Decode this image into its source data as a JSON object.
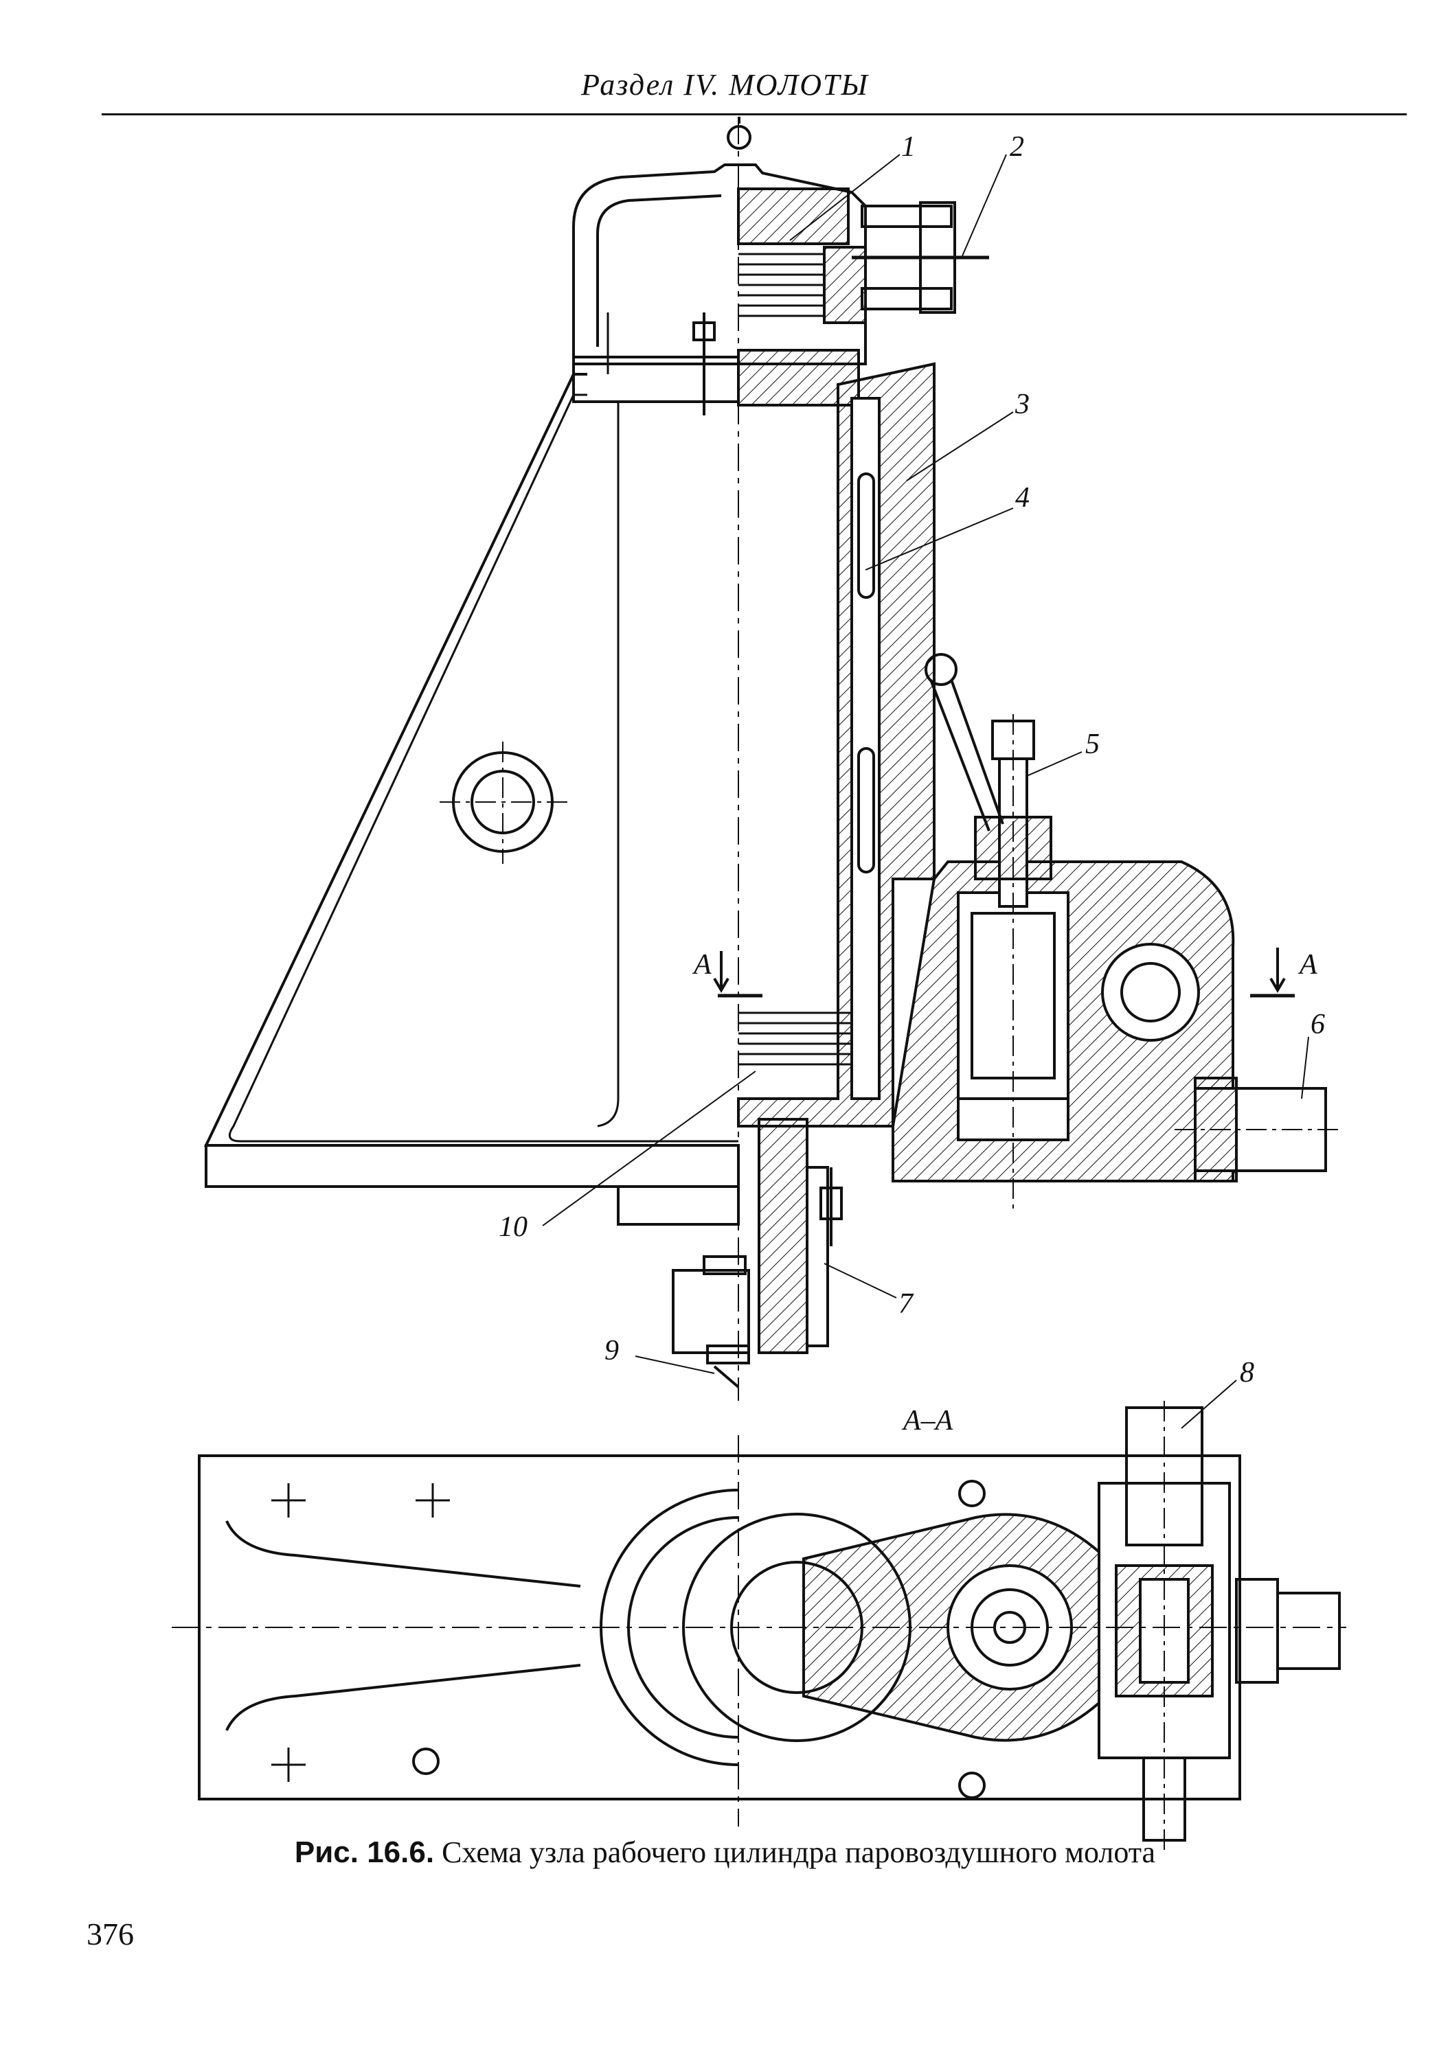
{
  "header": {
    "running_title": "Раздел IV. МОЛОТЫ"
  },
  "figure": {
    "callouts": [
      "1",
      "2",
      "3",
      "4",
      "5",
      "6",
      "7",
      "8",
      "9",
      "10"
    ],
    "section_marks": {
      "left": "A",
      "right": "A",
      "section_title": "A–A"
    },
    "caption_number": "Рис. 16.6.",
    "caption_text": " Схема узла рабочего цилиндра паровоздушного молота"
  },
  "footer": {
    "page_number": "376"
  }
}
